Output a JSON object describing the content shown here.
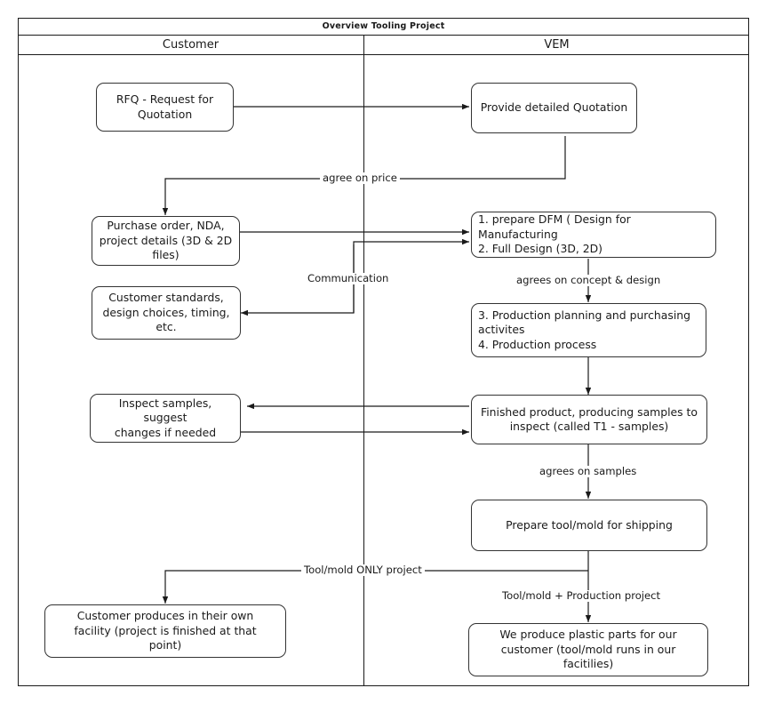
{
  "diagram": {
    "title": "Overview Tooling Project",
    "lanes": [
      {
        "id": "customer",
        "label": "Customer"
      },
      {
        "id": "vem",
        "label": "VEM"
      }
    ],
    "nodes": [
      {
        "id": "rfq",
        "lane": "customer",
        "text": "RFQ - Request for\nQuotation"
      },
      {
        "id": "quotation",
        "lane": "vem",
        "text": "Provide detailed Quotation"
      },
      {
        "id": "purchase_order",
        "lane": "customer",
        "text": "Purchase order, NDA,\nproject details (3D & 2D\nfiles)"
      },
      {
        "id": "dfm_design",
        "lane": "vem",
        "text": "1. prepare DFM ( Design for Manufacturing\n2. Full Design (3D, 2D)"
      },
      {
        "id": "customer_standards",
        "lane": "customer",
        "text": "Customer standards,\ndesign choices, timing,\netc."
      },
      {
        "id": "production_planning",
        "lane": "vem",
        "text": "3. Production planning and purchasing\nactivites\n4. Production process"
      },
      {
        "id": "inspect_samples",
        "lane": "customer",
        "text": "Inspect samples, suggest\nchanges if needed"
      },
      {
        "id": "finished_product",
        "lane": "vem",
        "text": "Finished product, producing samples to\ninspect (called T1 - samples)"
      },
      {
        "id": "prepare_tool",
        "lane": "vem",
        "text": "Prepare tool/mold for shipping"
      },
      {
        "id": "customer_produces",
        "lane": "customer",
        "text": "Customer produces in their own\nfacility (project is finished at that\npoint)"
      },
      {
        "id": "we_produce",
        "lane": "vem",
        "text": "We produce plastic parts for our\ncustomer (tool/mold runs in our\nfacitilies)"
      }
    ],
    "edge_labels": [
      {
        "id": "agree_on_price",
        "text": "agree on price"
      },
      {
        "id": "communication",
        "text": "Communication"
      },
      {
        "id": "agrees_concept_design",
        "text": "agrees on concept & design"
      },
      {
        "id": "agrees_on_samples",
        "text": "agrees on samples"
      },
      {
        "id": "tool_mold_only",
        "text": "Tool/mold ONLY project"
      },
      {
        "id": "tool_mold_production",
        "text": "Tool/mold + Production project"
      }
    ],
    "colors": {
      "line": "#333333",
      "frame": "#1a1a1a",
      "background": "#ffffff",
      "text": "#1a1a1a"
    }
  }
}
